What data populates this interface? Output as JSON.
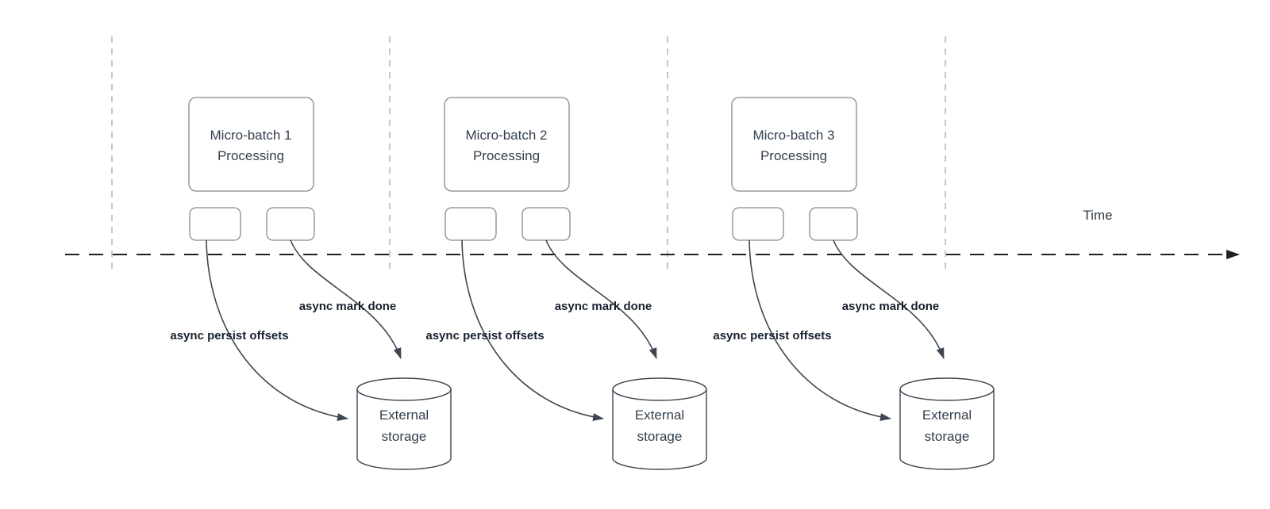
{
  "diagram": {
    "timeline": {
      "label": "Time"
    },
    "sections": [
      {
        "batch_title_line1": "Micro-batch 1",
        "batch_title_line2": "Processing",
        "persist_arrow_label": "async persist offsets",
        "done_arrow_label": "async mark done",
        "storage_title_line1": "External",
        "storage_title_line2": "storage"
      },
      {
        "batch_title_line1": "Micro-batch 2",
        "batch_title_line2": "Processing",
        "persist_arrow_label": "async persist offsets",
        "done_arrow_label": "async mark done",
        "storage_title_line1": "External",
        "storage_title_line2": "storage"
      },
      {
        "batch_title_line1": "Micro-batch 3",
        "batch_title_line2": "Processing",
        "persist_arrow_label": "async persist offsets",
        "done_arrow_label": "async mark done",
        "storage_title_line1": "External",
        "storage_title_line2": "storage"
      }
    ],
    "colors": {
      "background": "#ffffff",
      "shape_stroke": "#828a93",
      "connector_stroke": "#3d4651",
      "shape_text": "#33404d",
      "arrow_label_text": "#17212e",
      "timeline_stroke": "#1f1f1f",
      "guideline_stroke": "#b0b3b6"
    }
  }
}
